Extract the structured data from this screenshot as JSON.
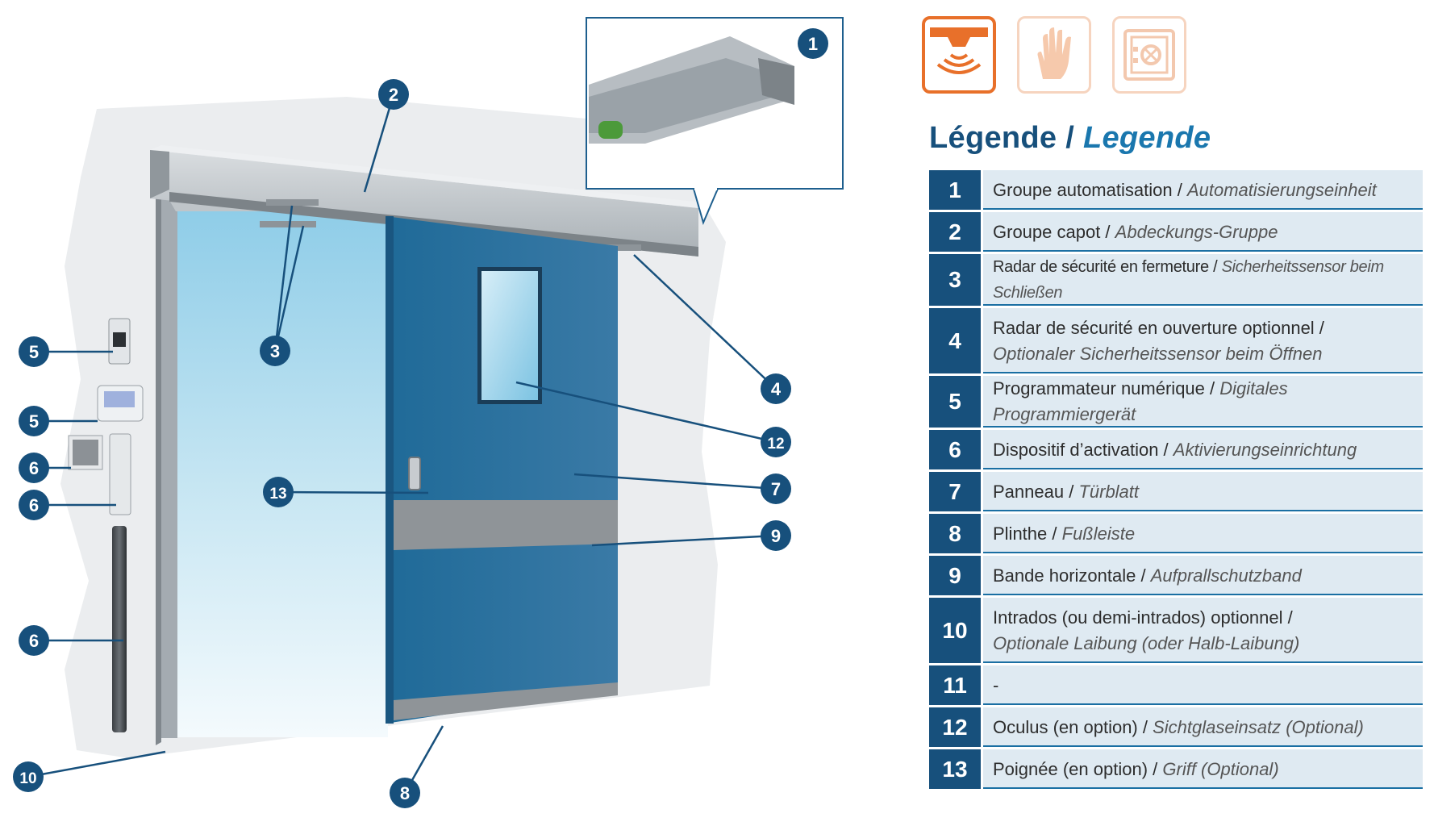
{
  "legend": {
    "title_fr": "Légende",
    "separator": "/",
    "title_de": "Legende",
    "rows": [
      {
        "num": "1",
        "fr": "Groupe automatisation /",
        "de": "Automatisierungseinheit"
      },
      {
        "num": "2",
        "fr": "Groupe capot /",
        "de": "Abdeckungs-Gruppe"
      },
      {
        "num": "3",
        "fr": "Radar de sécurité en fermeture /",
        "de": "Sicherheitssensor beim Schließen"
      },
      {
        "num": "4",
        "fr": "Radar de sécurité en ouverture optionnel /",
        "de": "Optionaler Sicherheitssensor beim Öffnen"
      },
      {
        "num": "5",
        "fr": "Programmateur numérique /",
        "de": "Digitales Programmiergerät"
      },
      {
        "num": "6",
        "fr": "Dispositif d’activation /",
        "de": "Aktivierungseinrichtung"
      },
      {
        "num": "7",
        "fr": "Panneau /",
        "de": "Türblatt"
      },
      {
        "num": "8",
        "fr": "Plinthe /",
        "de": "Fußleiste"
      },
      {
        "num": "9",
        "fr": "Bande horizontale /",
        "de": "Aufprallschutzband"
      },
      {
        "num": "10",
        "fr": "Intrados (ou demi-intrados) optionnel /",
        "de": "Optionale Laibung (oder Halb-Laibung)"
      },
      {
        "num": "11",
        "fr": "-",
        "de": ""
      },
      {
        "num": "12",
        "fr": "Oculus (en option) /",
        "de": "Sichtglaseinsatz (Optional)"
      },
      {
        "num": "13",
        "fr": "Poignée (en option) /",
        "de": "Griff (Optional)"
      }
    ]
  },
  "icons": [
    {
      "name": "radar-sensor-icon",
      "state": "active"
    },
    {
      "name": "hand-icon",
      "state": "faded"
    },
    {
      "name": "safe-icon",
      "state": "faded"
    }
  ],
  "colors": {
    "navy": "#17507c",
    "door_blue": "#2a6e9c",
    "accent_orange": "#e8702a",
    "row_background": "#dfeaf2"
  },
  "callouts": [
    {
      "id": "c1",
      "label": "1"
    },
    {
      "id": "c2",
      "label": "2"
    },
    {
      "id": "c3",
      "label": "3"
    },
    {
      "id": "c4",
      "label": "4"
    },
    {
      "id": "c5a",
      "label": "5"
    },
    {
      "id": "c5b",
      "label": "5"
    },
    {
      "id": "c6a",
      "label": "6"
    },
    {
      "id": "c6b",
      "label": "6"
    },
    {
      "id": "c6c",
      "label": "6"
    },
    {
      "id": "c7",
      "label": "7"
    },
    {
      "id": "c8",
      "label": "8"
    },
    {
      "id": "c9",
      "label": "9"
    },
    {
      "id": "c10",
      "label": "10"
    },
    {
      "id": "c12",
      "label": "12"
    },
    {
      "id": "c13",
      "label": "13"
    }
  ]
}
